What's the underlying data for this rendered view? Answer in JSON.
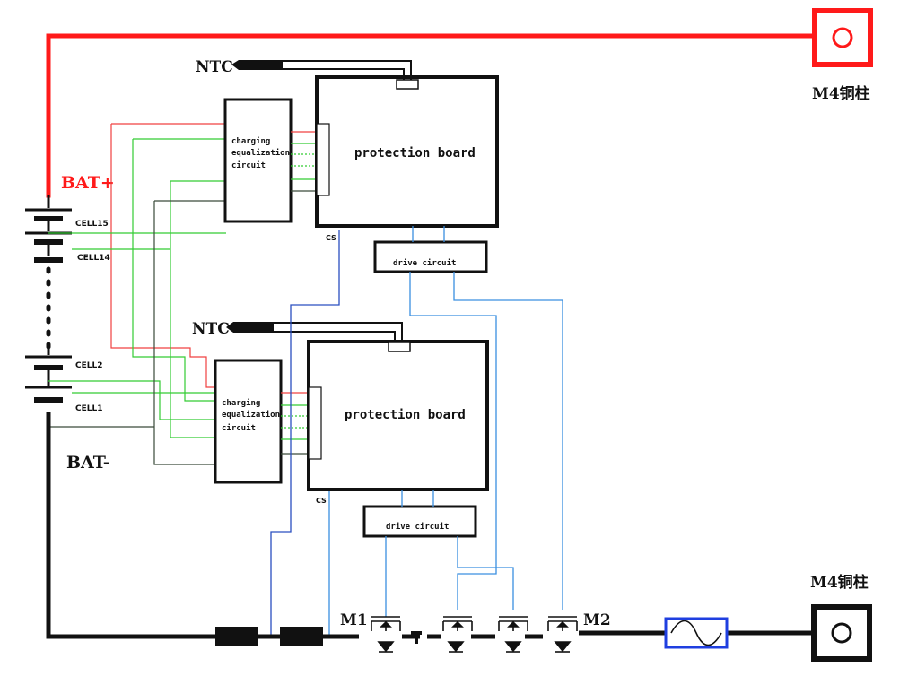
{
  "labels": {
    "bat_plus": "BAT+",
    "bat_minus": "BAT-",
    "cell15": "CELL15",
    "cell14": "CELL14",
    "cell2": "CELL2",
    "cell1": "CELL1",
    "ntc_top": "NTC",
    "ntc_bottom": "NTC",
    "terminal_top": "M4铜柱",
    "terminal_bottom": "M4铜柱",
    "m1": "M1",
    "m2": "M2",
    "cs_top": "CS",
    "cs_bottom": "CS"
  },
  "upper_module": {
    "protection": "protection board",
    "drive": "drive circuit",
    "equalization": [
      "charging",
      "equalization",
      "circuit"
    ]
  },
  "lower_module": {
    "protection": "protection board",
    "drive": "drive circuit",
    "equalization": [
      "charging",
      "equalization",
      "circuit"
    ]
  },
  "colors": {
    "bat_plus_wire": "#ff1a1a",
    "signal_red": "#f04040",
    "signal_green": "#33cc33",
    "signal_blue": "#3a8fe0",
    "cs_wire_dark": "#2a4fc0",
    "fuse": "#1f3fe0",
    "main_wire": "#111111",
    "sense_dark": "#3a4a3a"
  }
}
